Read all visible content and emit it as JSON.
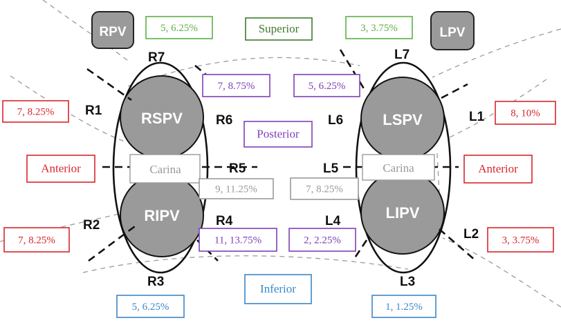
{
  "veins": {
    "rpv": "RPV",
    "lpv": "LPV",
    "rspv": "RSPV",
    "ripv": "RIPV",
    "lspv": "LSPV",
    "lipv": "LIPV"
  },
  "carina": "Carina",
  "segments": {
    "r1": "R1",
    "r2": "R2",
    "r3": "R3",
    "r4": "R4",
    "r5": "R5",
    "r6": "R6",
    "r7": "R7",
    "l1": "L1",
    "l2": "L2",
    "l3": "L3",
    "l4": "L4",
    "l5": "L5",
    "l6": "L6",
    "l7": "L7"
  },
  "regions": {
    "superior": "Superior",
    "posterior": "Posterior",
    "inferior": "Inferior",
    "anterior_right": "Anterior",
    "anterior_left": "Anterior"
  },
  "values": {
    "r7": "5, 6.25%",
    "l7": "3, 3.75%",
    "r1": "7, 8.25%",
    "r2": "7, 8.25%",
    "r3": "5, 6.25%",
    "r4": "11, 13.75%",
    "r5": "9, 11.25%",
    "r6": "7, 8.75%",
    "l6": "5, 6.25%",
    "l5": "7, 8.25%",
    "l4": "2, 2.25%",
    "l3": "1, 1.25%",
    "l2": "3, 3.75%",
    "l1": "8, 10%"
  },
  "colors": {
    "green": "#5cb045",
    "dark_green": "#3e7a2c",
    "purple": "#7f3fb8",
    "red": "#d9252b",
    "blue": "#3b86c6",
    "gray_text": "#9a9a9a",
    "vein_fill": "#9a9a9a"
  }
}
